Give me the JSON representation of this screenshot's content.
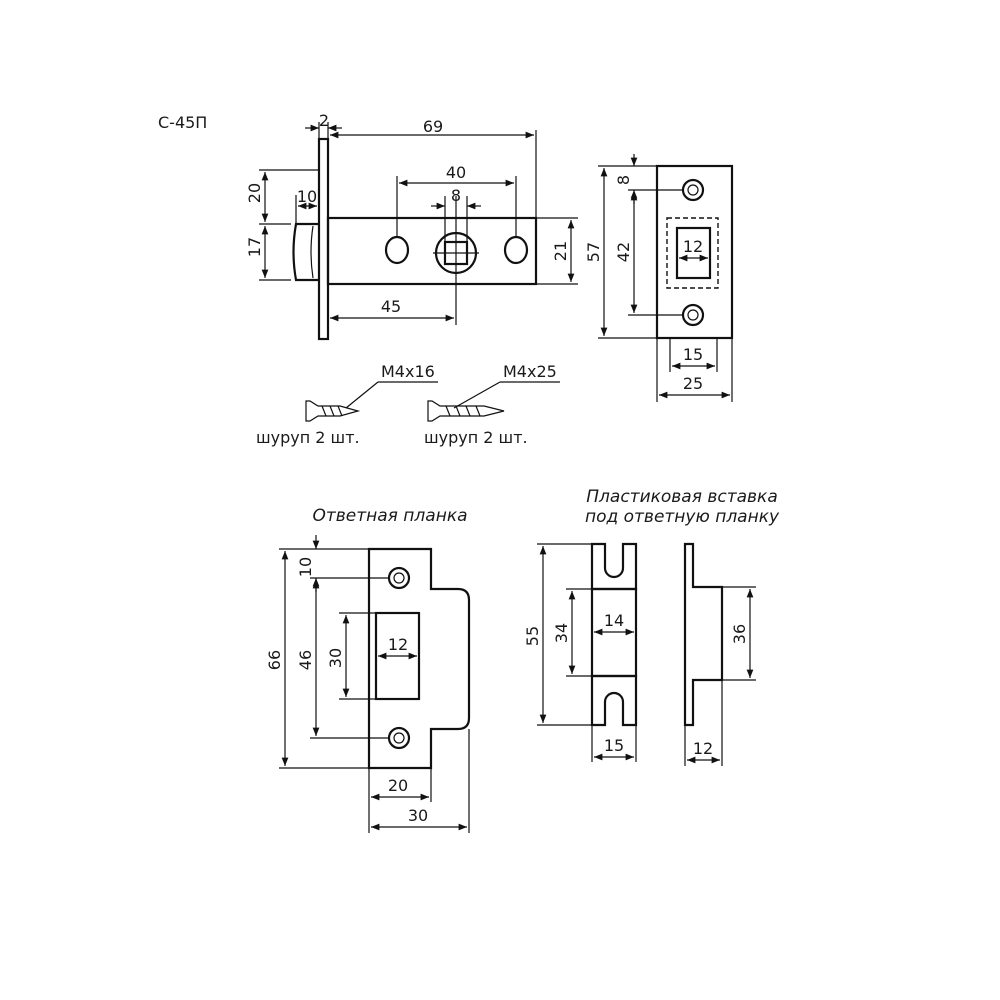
{
  "model": "С-45П",
  "latch": {
    "dims": {
      "plate_thickness": "2",
      "length": "69",
      "hole_spacing": "40",
      "square": "8",
      "bolt_offset": "20",
      "bolt_length": "10",
      "bolt_height": "17",
      "body_height": "21",
      "backset": "45"
    },
    "screws": [
      {
        "size": "M4х16",
        "label": "шуруп 2 шт."
      },
      {
        "size": "M4х25",
        "label": "шуруп 2 шт."
      }
    ]
  },
  "faceplate": {
    "dims": {
      "hole_offset": "8",
      "hole_spacing": "42",
      "height": "57",
      "slot_width": "12",
      "inner_width": "15",
      "width": "25"
    }
  },
  "strike": {
    "title": "Ответная планка",
    "dims": {
      "hole_offset": "10",
      "height": "66",
      "hole_spacing": "46",
      "slot_height": "30",
      "slot_width": "12",
      "width_inner": "20",
      "width": "30"
    }
  },
  "insert": {
    "title_line1": "Пластиковая вставка",
    "title_line2": "под ответную планку",
    "dims": {
      "height": "55",
      "box_height": "34",
      "box_width": "14",
      "width": "15",
      "side_height": "36",
      "depth": "12"
    }
  }
}
